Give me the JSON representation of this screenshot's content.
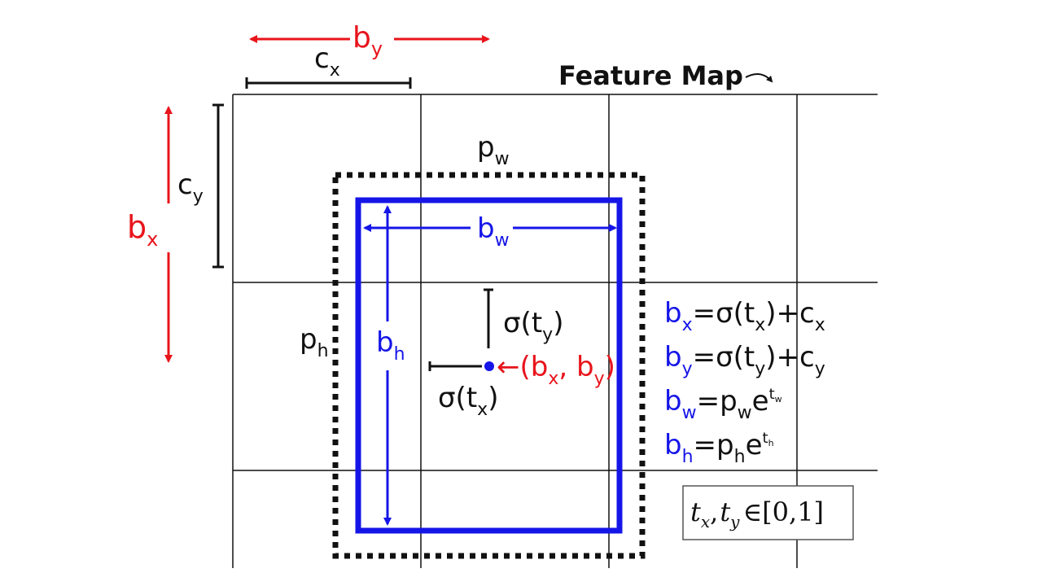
{
  "title": "Feature Map",
  "colors": {
    "red": "#e8141b",
    "blue": "#1515e8",
    "black": "#111111"
  },
  "labels": {
    "by_top": {
      "main": "b",
      "sub": "y"
    },
    "cx": {
      "main": "c",
      "sub": "x"
    },
    "cy": {
      "main": "c",
      "sub": "y"
    },
    "bx_left": {
      "main": "b",
      "sub": "x"
    },
    "pw": {
      "main": "p",
      "sub": "w"
    },
    "bw": {
      "main": "b",
      "sub": "w"
    },
    "ph": {
      "main": "p",
      "sub": "h"
    },
    "bh": {
      "main": "b",
      "sub": "h"
    },
    "sigma_ty": {
      "pre": "σ(t",
      "sub": "y",
      "post": ")"
    },
    "sigma_tx": {
      "pre": "σ(t",
      "sub": "x",
      "post": ")"
    },
    "center": {
      "pre": "←(b",
      "sub1": "x",
      "mid": ", b",
      "sub2": "y",
      "post": ")"
    }
  },
  "equations": [
    {
      "lhs": "b",
      "lhs_sub": "x",
      "rhs": "=σ(t",
      "rhs_sub": "x",
      "rhs2": ")+c",
      "rhs_sub2": "x"
    },
    {
      "lhs": "b",
      "lhs_sub": "y",
      "rhs": "=σ(t",
      "rhs_sub": "y",
      "rhs2": ")+c",
      "rhs_sub2": "y"
    },
    {
      "lhs": "b",
      "lhs_sub": "w",
      "rhs": "=p",
      "rhs_sub": "w",
      "rhs2": "e",
      "rhs_sup": "t",
      "rhs_sup_sub": "w"
    },
    {
      "lhs": "b",
      "lhs_sub": "h",
      "rhs": "=p",
      "rhs_sub": "h",
      "rhs2": "e",
      "rhs_sup": "t",
      "rhs_sup_sub": "h"
    }
  ],
  "constraint": {
    "t1": "t",
    "s1": "x",
    "comma": ",",
    "t2": "t",
    "s2": "y",
    "rel": "∈",
    "range": "[0,1]"
  }
}
